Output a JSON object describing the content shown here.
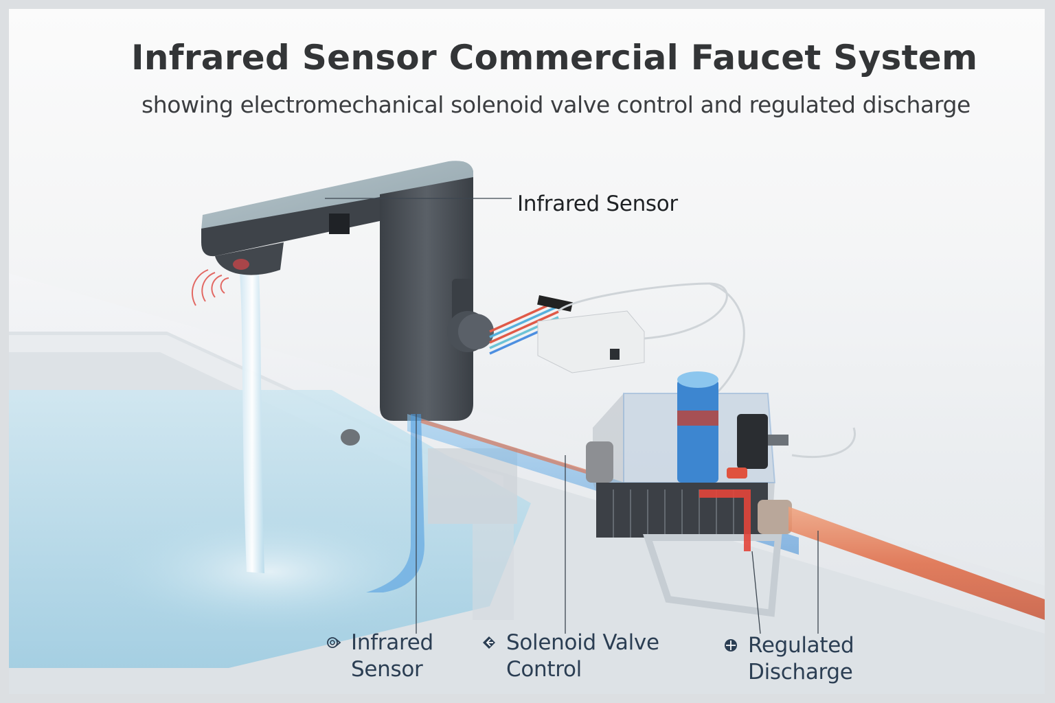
{
  "header": {
    "title": "Infrared Sensor Commercial Faucet System",
    "subtitle": "showing electromechanical solenoid valve control and regulated discharge"
  },
  "callouts": {
    "top": {
      "label": "Infrared Sensor"
    }
  },
  "legend": [
    {
      "icon": "infrared-signal-icon",
      "line1": "Infrared",
      "line2": "Sensor"
    },
    {
      "icon": "diamond-arrow-left-icon",
      "line1": "Solenoid Valve",
      "line2": "Control"
    },
    {
      "icon": "crosshair-circle-icon",
      "line1": "Regulated",
      "line2": "Discharge"
    }
  ],
  "colors": {
    "title": "#333537",
    "legend_text": "#2b3e53",
    "faucet_body": "#4a4f55",
    "water": "#a9d4e6",
    "pipe_blue": "#3f8fd8",
    "pipe_red": "#e2553d",
    "frame_border": "#dcdfe2"
  }
}
